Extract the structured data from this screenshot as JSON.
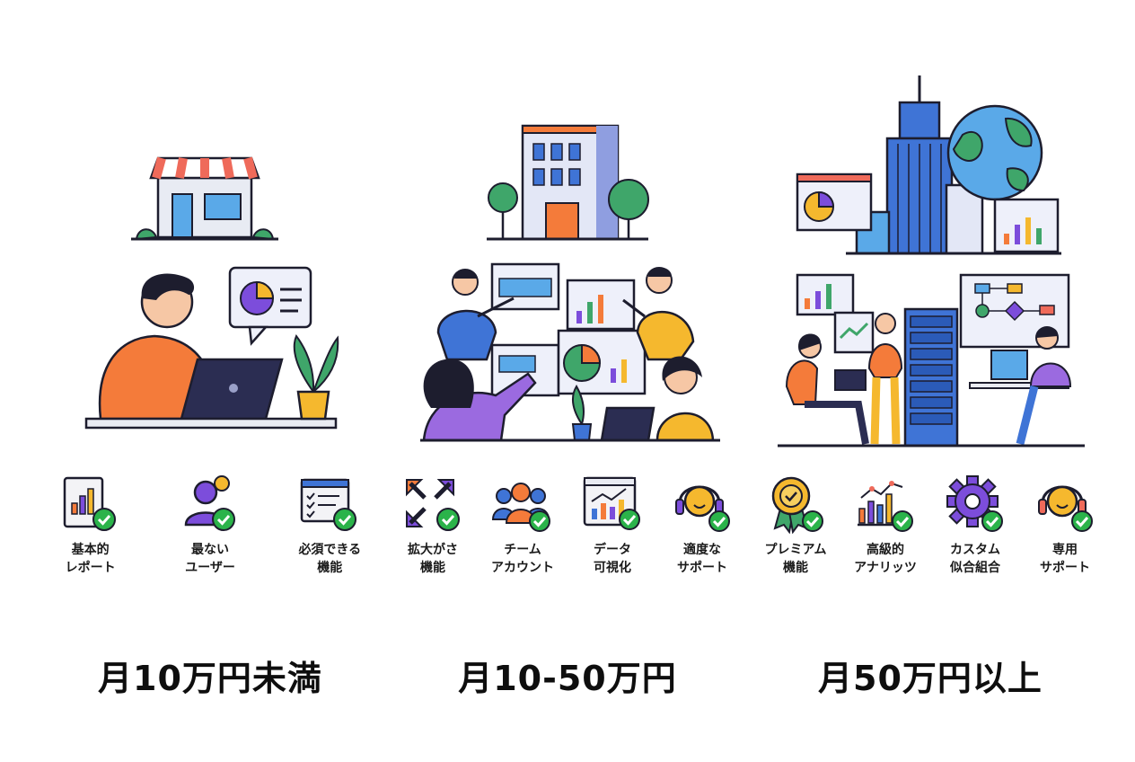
{
  "tiers": [
    {
      "price": "月10万円未満",
      "features": [
        {
          "label": "基本的\nレポート",
          "icon": "basic-report-icon"
        },
        {
          "label": "最ない\nユーザー",
          "icon": "single-user-icon"
        },
        {
          "label": "必須できる\n機能",
          "icon": "checklist-icon"
        }
      ]
    },
    {
      "price": "月10-50万円",
      "features": [
        {
          "label": "拡大がさ\n機能",
          "icon": "expand-arrows-icon"
        },
        {
          "label": "チーム\nアカウント",
          "icon": "team-icon"
        },
        {
          "label": "データ\n可視化",
          "icon": "data-visualization-icon"
        },
        {
          "label": "適度な\nサポート",
          "icon": "headset-icon"
        }
      ]
    },
    {
      "price": "月50万円以上",
      "features": [
        {
          "label": "プレミアム\n機能",
          "icon": "premium-badge-icon"
        },
        {
          "label": "高級的\nアナリッツ",
          "icon": "analytics-icon"
        },
        {
          "label": "カスタム\n似合組合",
          "icon": "gear-icon"
        },
        {
          "label": "専用\nサポート",
          "icon": "headset-icon"
        }
      ]
    }
  ],
  "colors": {
    "check": "#2bb34a",
    "purple": "#7c4ddb",
    "orange": "#f47b3a",
    "yellow": "#f5b82e",
    "blue": "#3f74d6",
    "dark": "#1d1d2e"
  }
}
